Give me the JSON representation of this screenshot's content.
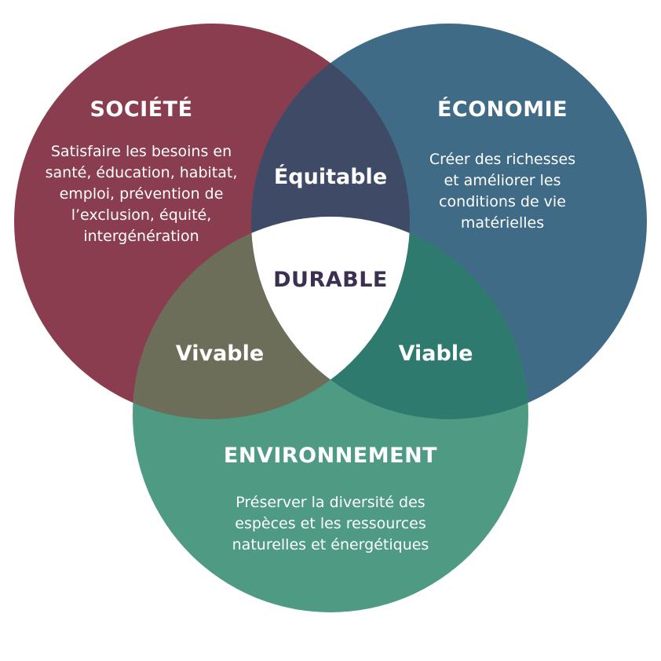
{
  "diagram": {
    "colors": {
      "societe": "#8a3d4e",
      "economie": "#3f6b86",
      "environnement": "#4e9a82",
      "equitable": "#3e4a66",
      "vivable": "#6d6e59",
      "viable": "#2f7a6e",
      "durable": "#ffffff",
      "durable_text": "#3b2f52"
    },
    "societe": {
      "title": "SOCIÉTÉ",
      "lines": [
        "Satisfaire les besoins en",
        "santé, éducation, habitat,",
        "emploi, prévention de",
        "l’exclusion, équité,",
        "intergénération"
      ]
    },
    "economie": {
      "title": "ÉCONOMIE",
      "lines": [
        "Créer des richesses",
        "et améliorer les",
        "conditions de vie",
        "matérielles"
      ]
    },
    "environnement": {
      "title": "ENVIRONNEMENT",
      "lines": [
        "Préserver la diversité des",
        "espèces et les ressources",
        "naturelles et énergétiques"
      ]
    },
    "intersections": {
      "equitable": "Équitable",
      "vivable": "Vivable",
      "viable": "Viable",
      "durable": "DURABLE"
    }
  }
}
